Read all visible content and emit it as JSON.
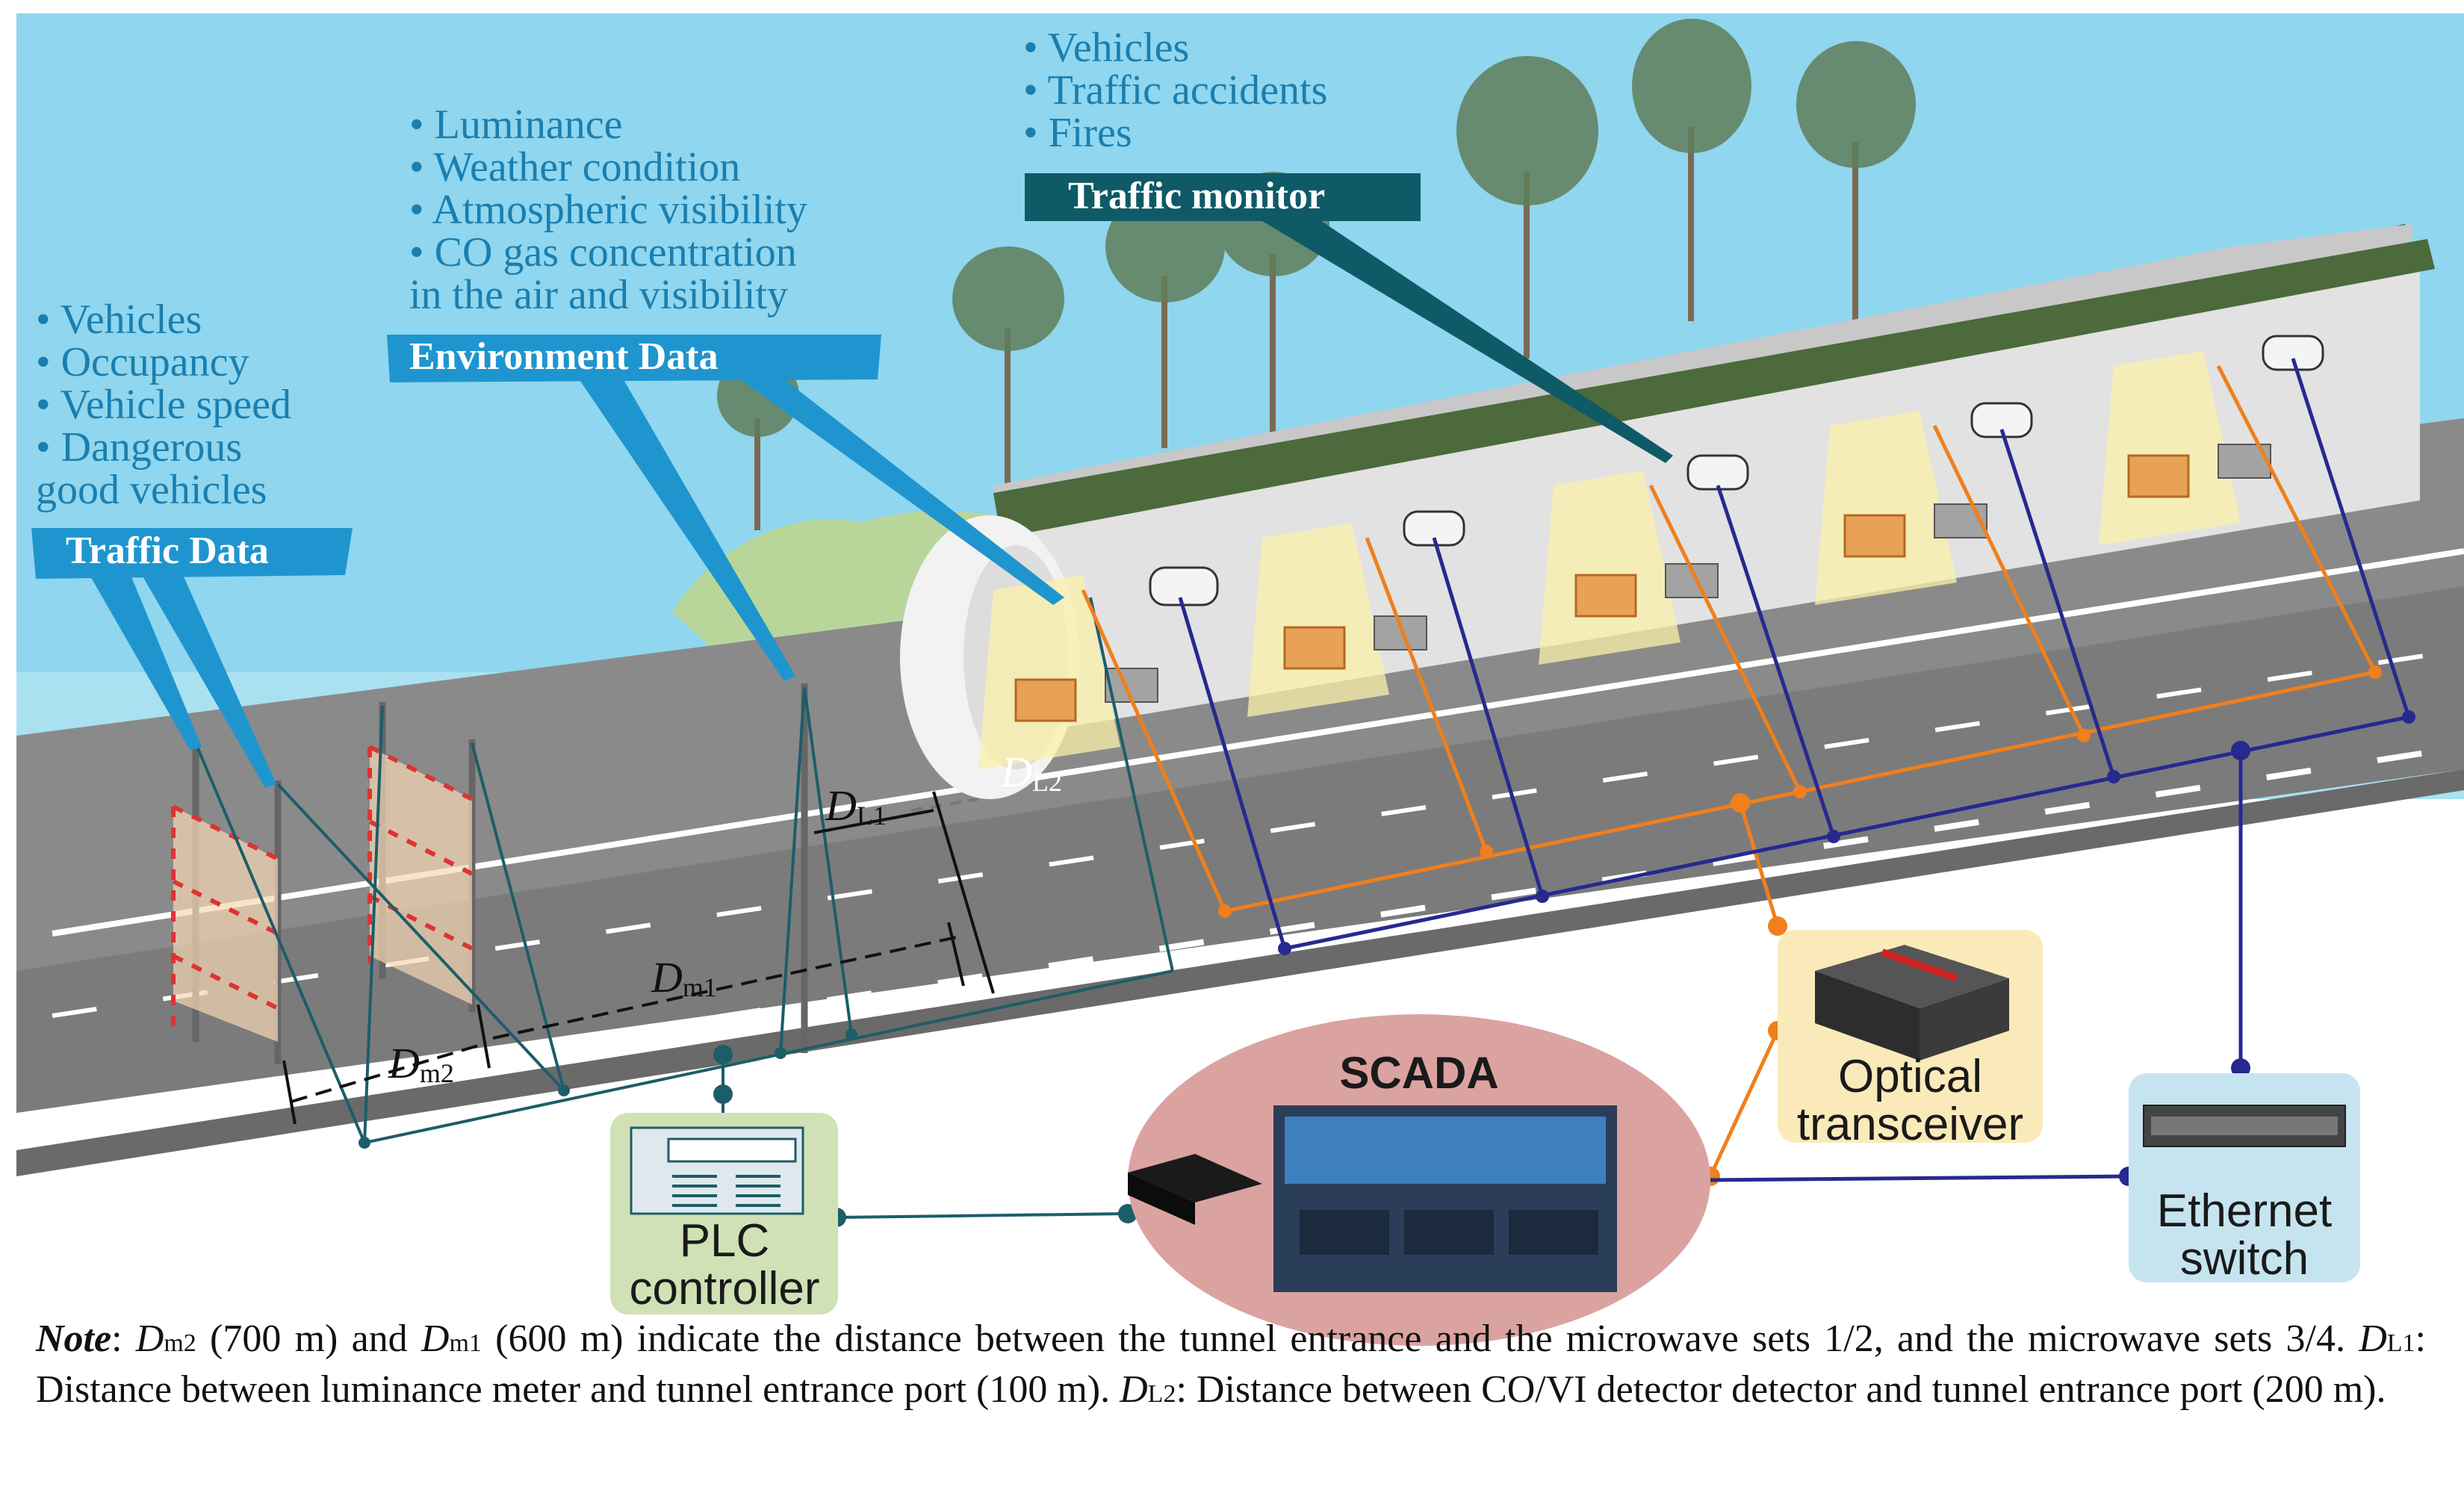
{
  "traffic_data": {
    "bullets": [
      "Vehicles",
      "Occupancy",
      "Vehicle speed",
      "Dangerous",
      "good  vehicles"
    ],
    "label": "Traffic Data"
  },
  "environment_data": {
    "bullets": [
      "Luminance",
      "Weather  condition",
      "Atmospheric visibility",
      "CO gas concentration",
      "in  the air and  visibility"
    ],
    "label": "Environment  Data"
  },
  "traffic_monitor": {
    "bullets": [
      "Vehicles",
      "Traffic accidents",
      "Fires"
    ],
    "label": "Traffic monitor"
  },
  "dimensions": {
    "dl1": {
      "main": "D",
      "sub": "L1"
    },
    "dl2": {
      "main": "D",
      "sub": "L2"
    },
    "dm1": {
      "main": "D",
      "sub": "m1"
    },
    "dm2": {
      "main": "D",
      "sub": "m2"
    }
  },
  "devices": {
    "scada": "SCADA",
    "plc_line1": "PLC",
    "plc_line2": "controller",
    "optical_line1": "Optical",
    "optical_line2": "transceiver",
    "ethernet_line1": "Ethernet",
    "ethernet_line2": "switch"
  },
  "note": {
    "title": "Note",
    "p1_dm2": "D",
    "p1_dm2_sub": "m2",
    "p1_a": " (700 m) and ",
    "p1_dm1": "D",
    "p1_dm1_sub": "m1",
    "p1_b": " (600 m) indicate the distance between the tunnel entrance and the microwave sets 1/2, and the microwave sets 3/4. ",
    "p1_dl1": "D",
    "p1_dl1_sub": "L1",
    "p1_c": ": Distance between luminance meter and tunnel entrance port (100 m). ",
    "p1_dl2": "D",
    "p1_dl2_sub": "L2",
    "p1_d": ": Distance between CO/VI detector detector and tunnel entrance port (200 m)."
  },
  "colors": {
    "sky": "#8fd6ee",
    "road": "#7d7d7d",
    "teal_label": "#0e5a66",
    "blue_label": "#1f95cf",
    "orange_line": "#f07f1c",
    "navy_line": "#27298f",
    "teal_line": "#1d5d6a",
    "scada_fill": "#dba3a0",
    "plc_fill": "#cfe1b5",
    "optical_fill": "#fbeab9",
    "ethernet_fill": "#c6e4ef"
  }
}
